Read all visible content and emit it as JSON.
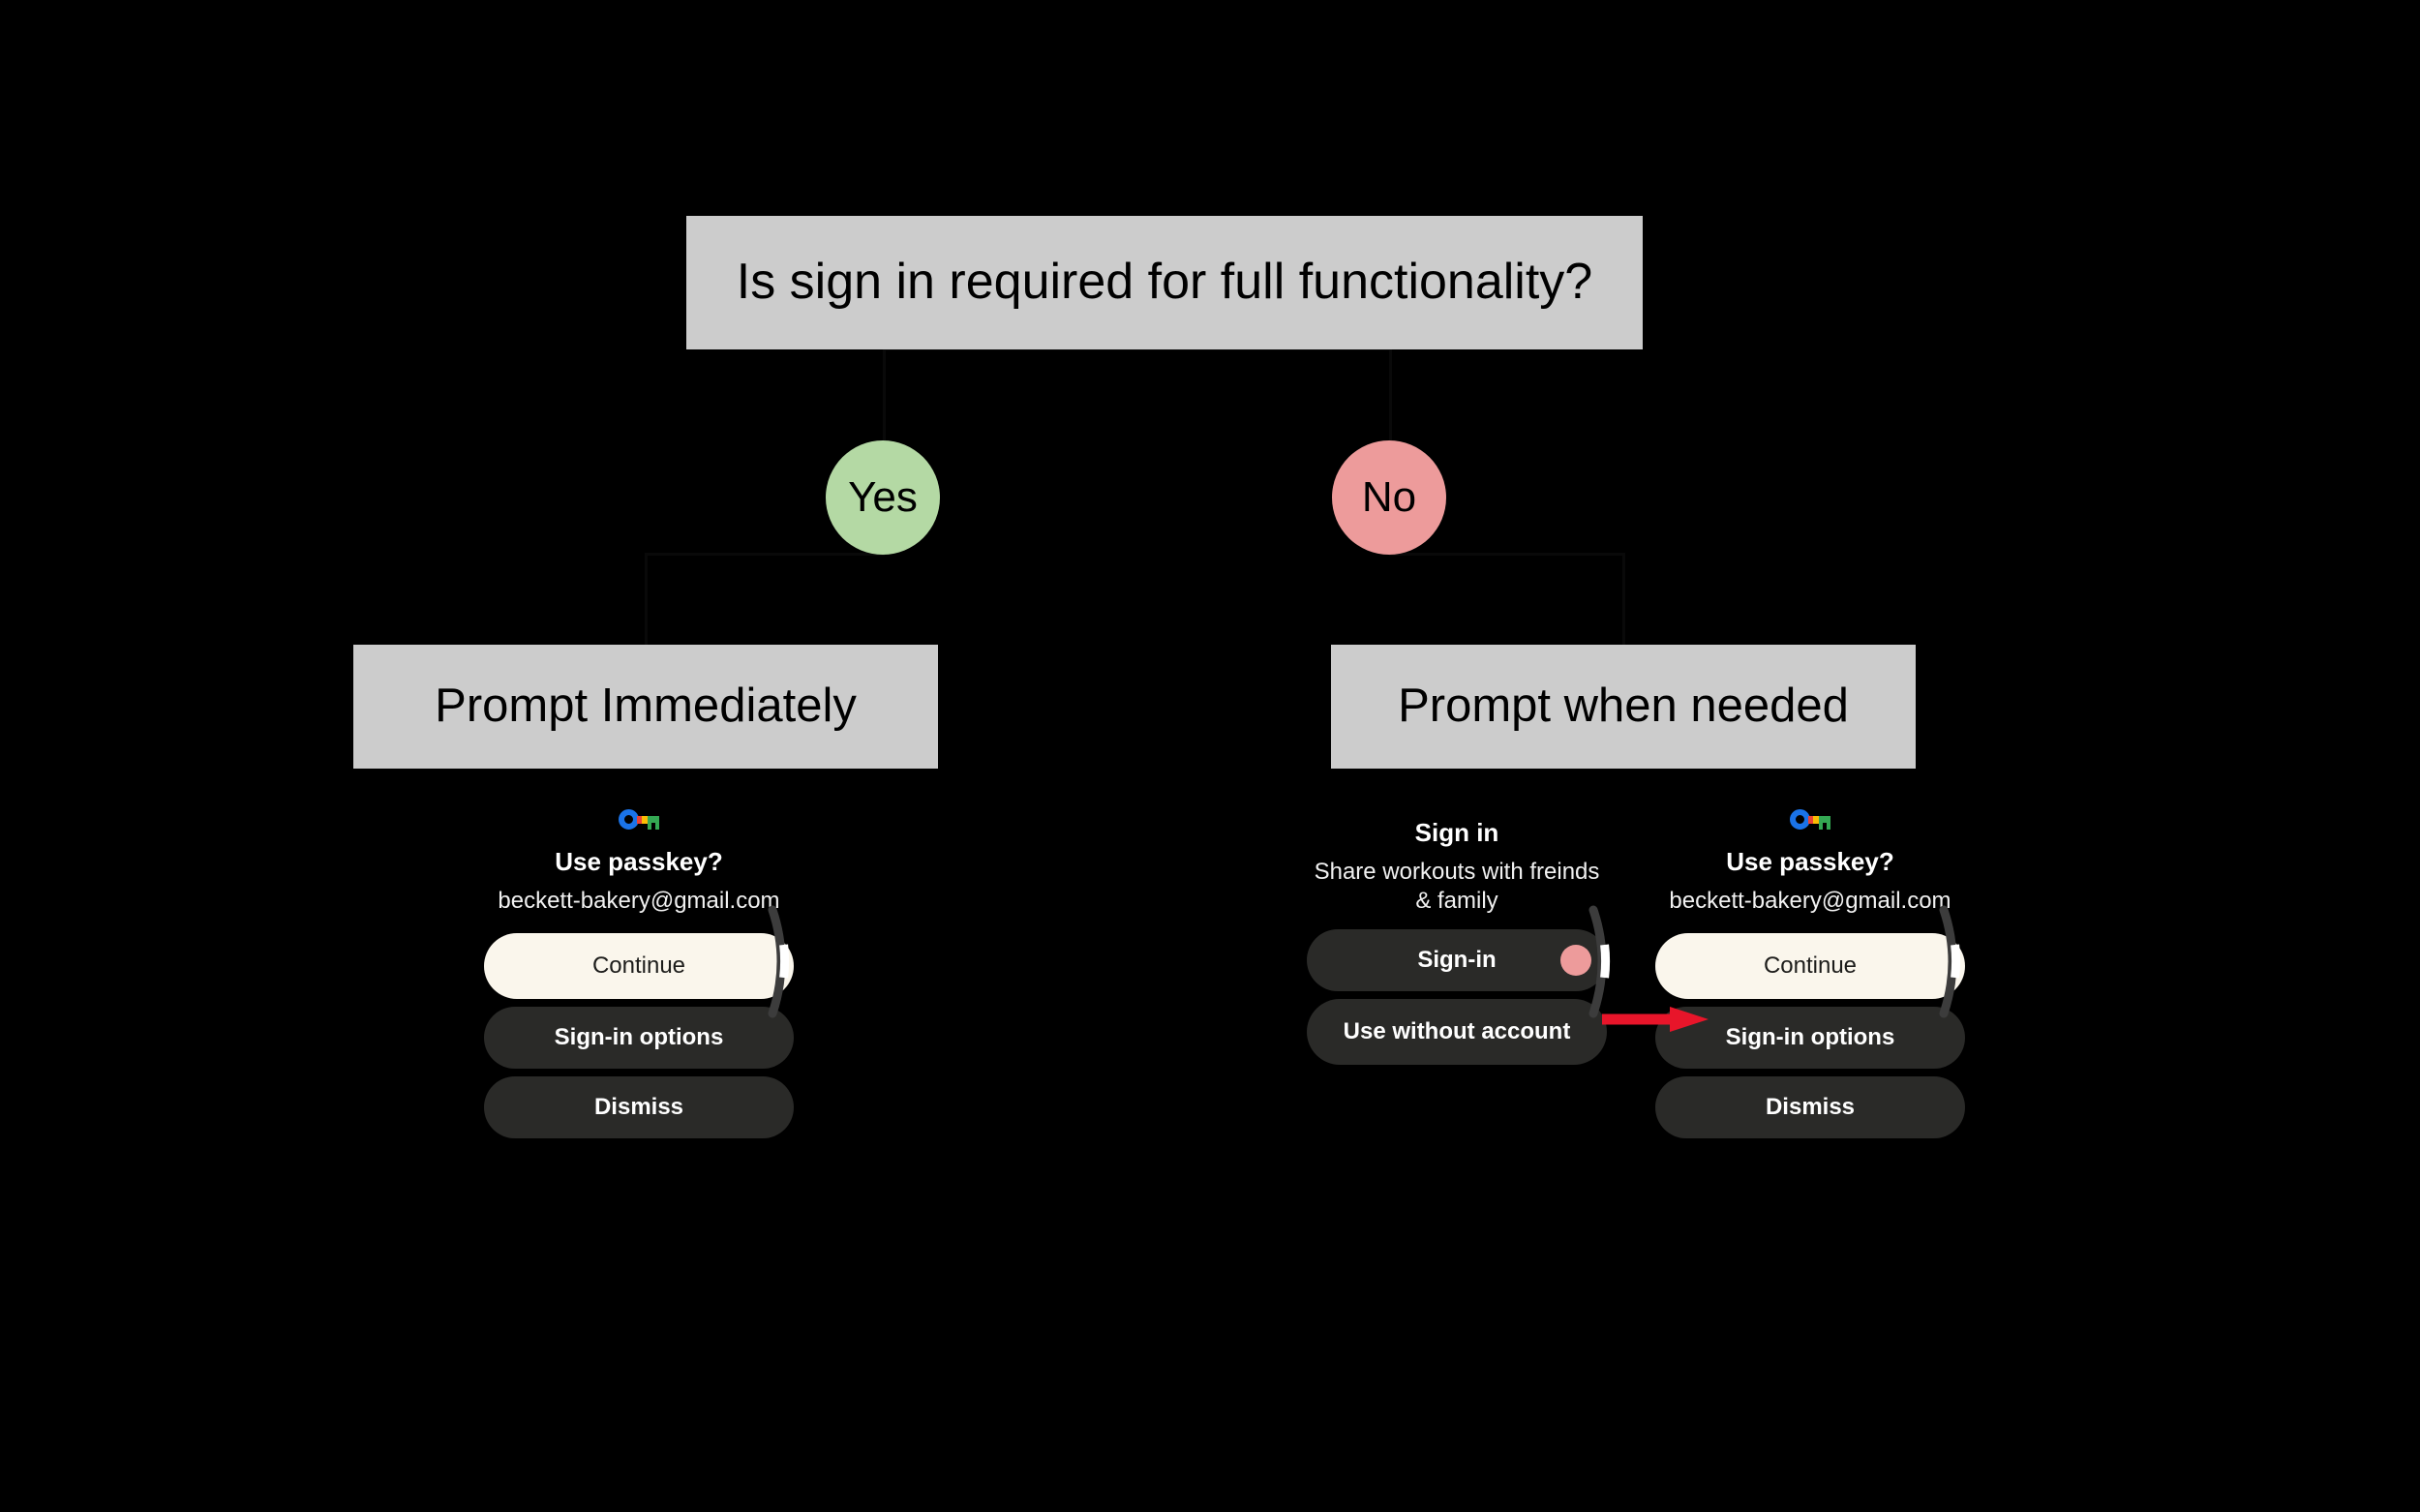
{
  "flowchart": {
    "type": "decision-flow",
    "question_box": {
      "label": "Is sign in required for full functionality?"
    },
    "branches": [
      {
        "decision": "Yes",
        "decision_color": "#b4d9a4",
        "outcome": "Prompt Immediately"
      },
      {
        "decision": "No",
        "decision_color": "#ed9b9b",
        "outcome": "Prompt when needed"
      }
    ],
    "box_fill": "#cccccc",
    "background": "#000000"
  },
  "mockups": {
    "left_passkey": {
      "icon": "google-passkey-icon",
      "title": "Use passkey?",
      "subtitle": "beckett-bakery@gmail.com",
      "buttons": [
        {
          "label": "Continue",
          "style": "primary"
        },
        {
          "label": "Sign-in options",
          "style": "secondary"
        },
        {
          "label": "Dismiss",
          "style": "secondary"
        }
      ]
    },
    "middle_signin": {
      "title": "Sign in",
      "subtitle": "Share workouts with freinds & family",
      "buttons": [
        {
          "label": "Sign-in",
          "style": "secondary",
          "badge_color": "#ed9b9b"
        },
        {
          "label": "Use without account",
          "style": "secondary"
        }
      ]
    },
    "right_passkey": {
      "icon": "google-passkey-icon",
      "title": "Use passkey?",
      "subtitle": "beckett-bakery@gmail.com",
      "buttons": [
        {
          "label": "Continue",
          "style": "primary"
        },
        {
          "label": "Sign-in options",
          "style": "secondary"
        },
        {
          "label": "Dismiss",
          "style": "secondary"
        }
      ]
    }
  },
  "annotation": {
    "arrow_color": "#e8152a",
    "points_to": "Continue"
  },
  "colors": {
    "primary_button": "#faf6ec",
    "secondary_button": "#2a2a28",
    "process_box": "#cccccc",
    "yes": "#b4d9a4",
    "no": "#ed9b9b",
    "accent_red": "#e8152a"
  }
}
